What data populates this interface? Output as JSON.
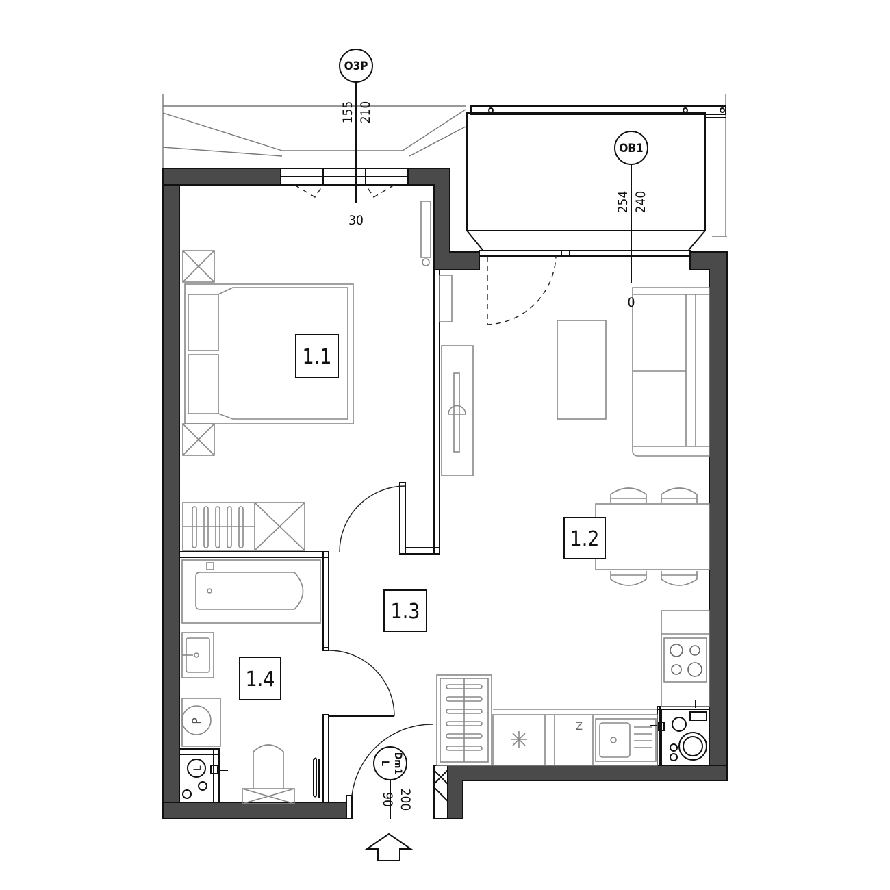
{
  "rooms": [
    {
      "id": "1.1"
    },
    {
      "id": "1.2"
    },
    {
      "id": "1.3"
    },
    {
      "id": "1.4"
    }
  ],
  "window_o3p": {
    "tag": "O3P",
    "top": "155",
    "height": "210",
    "sill": "30"
  },
  "window_ob1": {
    "tag": "OB1",
    "top": "254",
    "height": "240",
    "sill": "0"
  },
  "entrance_door": {
    "tag": "Dm1",
    "side": "L",
    "width": "90",
    "height": "200"
  },
  "appliance_labels": {
    "washer": "P",
    "boiler": "L",
    "fridge": "Z"
  },
  "colors": {
    "wall_fill": "#4a4a4a",
    "furniture": "#888888",
    "line": "#111111"
  },
  "icons": [
    "entrance-arrow-icon",
    "hob-icon",
    "sink-icon",
    "toilet-icon",
    "bathtub-icon",
    "washbasin-icon",
    "washer-icon",
    "boiler-icon",
    "fridge-icon",
    "freezer-star-icon",
    "bed-icon",
    "sofa-icon",
    "table-icon",
    "chair-icon",
    "wardrobe-icon",
    "tv-icon",
    "radiator-icon"
  ]
}
